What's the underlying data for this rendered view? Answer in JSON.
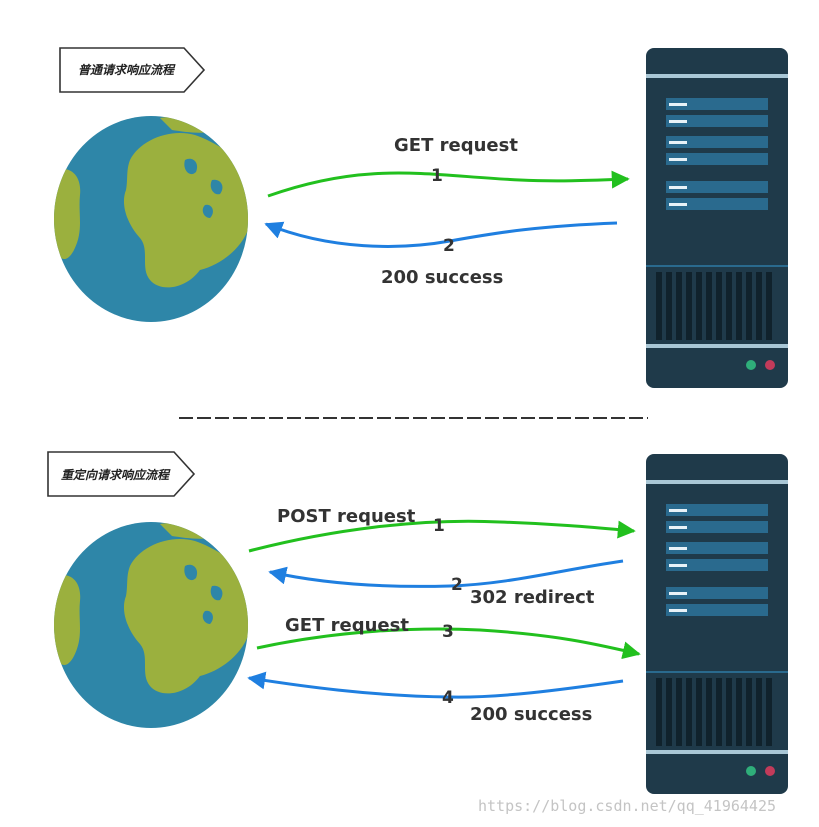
{
  "section1": {
    "tag": "普通请求响应流程",
    "arrows": [
      {
        "label": "GET request",
        "number": "1"
      },
      {
        "label": "200 success",
        "number": "2"
      }
    ]
  },
  "section2": {
    "tag": "重定向请求响应流程",
    "arrows": [
      {
        "label": "POST request",
        "number": "1"
      },
      {
        "label": "302 redirect",
        "number": "2"
      },
      {
        "label": "GET request",
        "number": "3"
      },
      {
        "label": "200 success",
        "number": "4"
      }
    ]
  },
  "watermark": "https://blog.csdn.net/qq_41964425",
  "colors": {
    "request_arrow": "#22c01e",
    "response_arrow": "#1f7fe0",
    "ocean": "#2e86a8",
    "land": "#9bb03e",
    "server_body": "#1f3a4a",
    "server_slot": "#2a6a8e"
  }
}
